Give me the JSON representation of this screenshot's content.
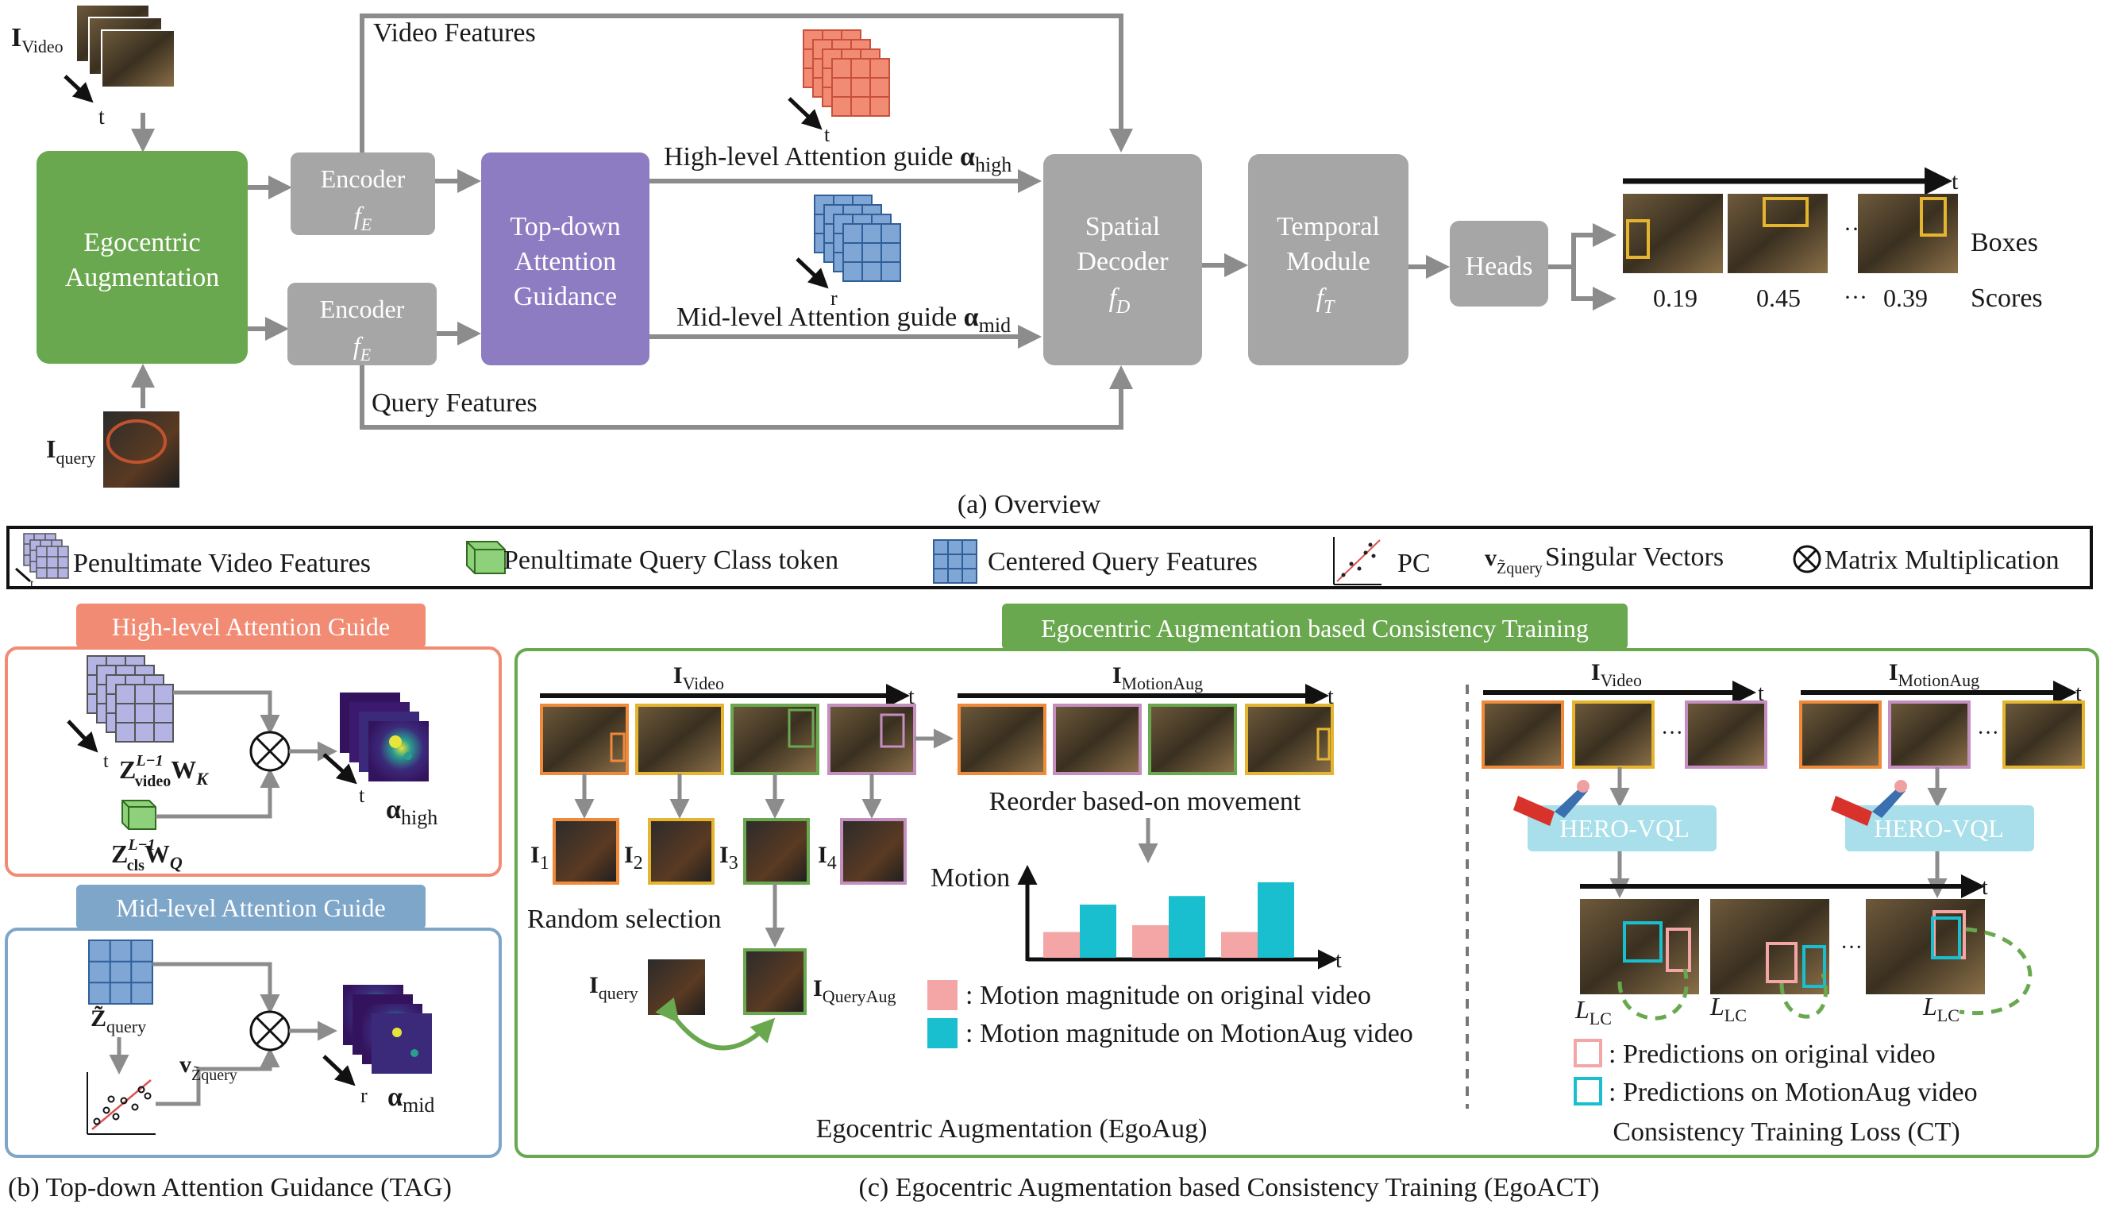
{
  "colors": {
    "green": "#6aa84f",
    "purple": "#8e7cc3",
    "gray_box": "#a6a6a6",
    "arrow_gray": "#8c8c8c",
    "salmon": "#f28b74",
    "blue_grid": "#7fa6d4",
    "lavender": "#b4b4e4",
    "pink": "#f4a6a6",
    "teal": "#19bfcf",
    "hero": "#a8dfea",
    "tag_high_bg": "#f28b74",
    "tag_mid_bg": "#7ea6c9",
    "egoact_bg": "#6aa84f"
  },
  "overview": {
    "input_video": {
      "sym": "I",
      "sub": "Video",
      "time": "t"
    },
    "input_query": {
      "sym": "I",
      "sub": "query"
    },
    "ego_aug": [
      "Egocentric",
      "Augmentation"
    ],
    "encoder_top": {
      "label": "Encoder",
      "sym": "f",
      "sub": "E"
    },
    "encoder_bottom": {
      "label": "Encoder",
      "sym": "f",
      "sub": "E"
    },
    "video_features": "Video Features",
    "query_features": "Query Features",
    "tag": [
      "Top-down",
      "Attention",
      "Guidance"
    ],
    "high_guide": {
      "text": "High-level Attention guide ",
      "sym": "α",
      "sub": "high",
      "time": "t"
    },
    "mid_guide": {
      "text": "Mid-level Attention guide ",
      "sym": "α",
      "sub": "mid",
      "time": "r"
    },
    "spatial_decoder": {
      "lines": [
        "Spatial",
        "Decoder"
      ],
      "sym": "f",
      "sub": "D"
    },
    "temporal_module": {
      "lines": [
        "Temporal",
        "Module"
      ],
      "sym": "f",
      "sub": "T"
    },
    "heads": "Heads",
    "time": "t",
    "scores": [
      "0.19",
      "0.45",
      "0.39"
    ],
    "ellipsis": "···",
    "boxes_label": "Boxes",
    "scores_label": "Scores",
    "caption": "(a) Overview"
  },
  "legend": {
    "video_features": "Penultimate Video Features",
    "query_cls": "Penultimate Query Class token",
    "centered_query": "Centered Query Features",
    "pc": "PC",
    "singular_sym": "v",
    "singular_sub": "Z̃query",
    "singular_text": "Singular Vectors",
    "matmul": "Matrix Multiplication",
    "matmul_icon": "circle-times-icon",
    "time": "t"
  },
  "tag_panel": {
    "high_title": "High-level Attention Guide",
    "mid_title": "Mid-level Attention Guide",
    "z_video": {
      "sym": "Z",
      "sup": "L−1",
      "sub": "video",
      "w": "W",
      "wsub": "K"
    },
    "z_cls": {
      "sym": "Z",
      "sup": "L−1",
      "sub": "cls",
      "w": "W",
      "wsub": "Q"
    },
    "alpha_high": {
      "sym": "α",
      "sub": "high"
    },
    "z_query": {
      "sym": "Z̃",
      "sub": "query"
    },
    "v_zquery": {
      "sym": "v",
      "sub": "Z̃query"
    },
    "alpha_mid": {
      "sym": "α",
      "sub": "mid"
    },
    "time_t": "t",
    "time_r": "r",
    "caption": "(b) Top-down Attention Guidance (TAG)"
  },
  "egoact": {
    "title": "Egocentric Augmentation based Consistency Training",
    "i_video": {
      "sym": "I",
      "sub": "Video"
    },
    "i_motionaug": {
      "sym": "I",
      "sub": "MotionAug"
    },
    "time": "t",
    "frames": [
      {
        "sym": "I",
        "sub": "1"
      },
      {
        "sym": "I",
        "sub": "2"
      },
      {
        "sym": "I",
        "sub": "3"
      },
      {
        "sym": "I",
        "sub": "4"
      }
    ],
    "random_selection": "Random selection",
    "i_query": {
      "sym": "I",
      "sub": "query"
    },
    "i_queryaug": {
      "sym": "I",
      "sub": "QueryAug"
    },
    "reorder": "Reorder based-on movement",
    "motion": "Motion",
    "motion_legend_orig": ": Motion magnitude on original video",
    "motion_legend_aug": ": Motion magnitude on MotionAug video",
    "egoaug_caption": "Egocentric Augmentation (EgoAug)",
    "hero": "HERO-VQL",
    "hero_icon": "grabber-claw-icon",
    "l_lc": {
      "sym": "L",
      "sub": "LC"
    },
    "pred_orig": ": Predictions on original video",
    "pred_aug": ": Predictions on MotionAug video",
    "ct_caption": "Consistency Training Loss (CT)",
    "ellipsis": "···",
    "caption": "(c) Egocentric Augmentation based Consistency Training (EgoACT)"
  },
  "chart_data": {
    "type": "bar",
    "title": "",
    "xlabel": "",
    "ylabel": "Motion",
    "series": [
      {
        "name": "Motion magnitude on original video",
        "values": [
          0.3,
          0.38,
          0.3
        ]
      },
      {
        "name": "Motion magnitude on MotionAug video",
        "values": [
          0.62,
          0.72,
          0.88
        ]
      }
    ],
    "ylim": [
      0,
      1
    ]
  }
}
